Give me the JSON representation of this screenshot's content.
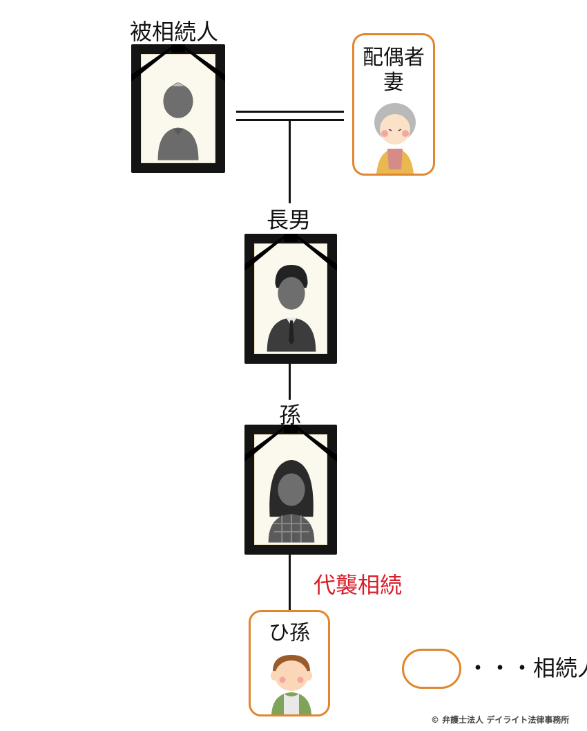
{
  "nodes": {
    "decedent": {
      "label": "被相続人"
    },
    "spouse": {
      "label_line1": "配偶者",
      "label_line2": "妻"
    },
    "eldest_son": {
      "label": "長男"
    },
    "grandchild": {
      "label": "孫"
    },
    "great_grandchild": {
      "label": "ひ孫"
    }
  },
  "annotation": {
    "label": "代襲相続"
  },
  "legend": {
    "label": "・・・相続人"
  },
  "copyright": {
    "text": "© 弁護士法人 デイライト法律事務所"
  },
  "colors": {
    "heir_border": "#e0862e",
    "annotation": "#d81e2a",
    "frame": "#141414"
  }
}
